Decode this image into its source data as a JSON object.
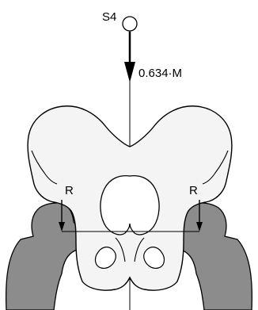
{
  "figure": {
    "centroid_label": "S4",
    "force_label": "0.634·M",
    "left_reaction_label": "R",
    "right_reaction_label": "R"
  },
  "colors": {
    "stroke": "#000000",
    "pelvis_fill": "#f4f4f4",
    "femur_fill": "#8c8c8c",
    "background": "#ffffff"
  }
}
